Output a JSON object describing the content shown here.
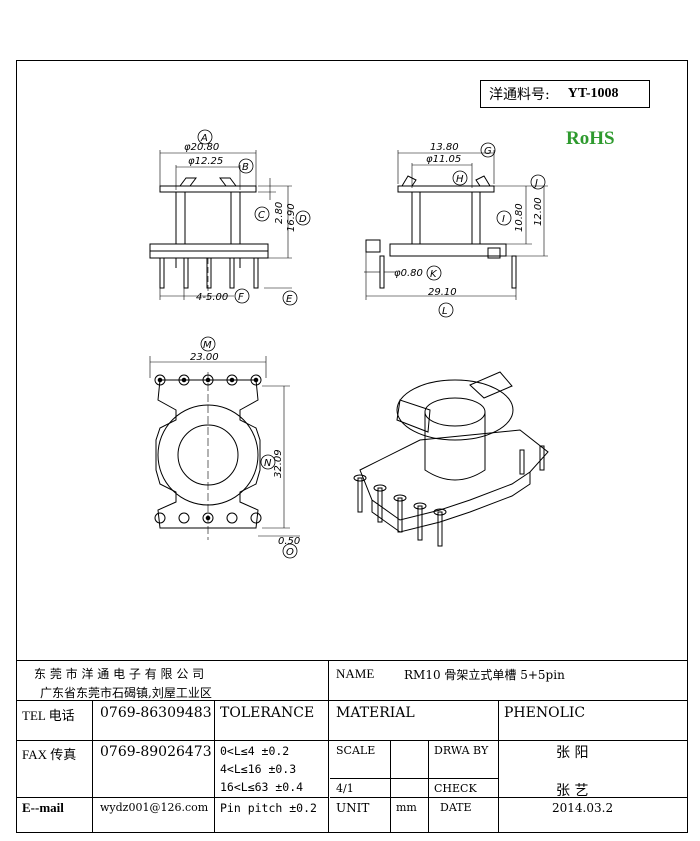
{
  "header": {
    "part_label": "洋通料号:",
    "part_number": "YT-1008",
    "rohs": "RoHS"
  },
  "dimensions": {
    "A": "A",
    "B": "B",
    "C": "C",
    "D": "D",
    "E": "E",
    "F": "F",
    "G": "G",
    "H": "H",
    "I": "I",
    "J": "J",
    "K": "K",
    "L": "L",
    "M": "M",
    "N": "N",
    "O": "O",
    "d_20_80": "φ20.80",
    "d_12_25": "φ12.25",
    "v_2_80": "2.80",
    "v_16_90": "16.90",
    "h_5_00": "4-5.00",
    "d_13_80": "13.80",
    "d_11_05": "φ11.05",
    "v_10_80": "10.80",
    "v_12_00": "12.00",
    "d_0_80": "φ0.80",
    "h_29_10": "29.10",
    "h_23_00": "23.00",
    "v_32_09": "32.09",
    "h_0_50": "0.50"
  },
  "title_block": {
    "company_name": "东 莞 市 洋 通 电 子 有 限 公 司",
    "company_address": "广东省东莞市石碣镇,刘屋工业区",
    "name_label": "NAME",
    "name_value": "RM10 骨架立式单槽 5+5pin",
    "tel_label": "TEL 电话",
    "tel_value": "0769-86309483",
    "tolerance_label": "TOLERANCE",
    "material_label": "MATERIAL",
    "material_value": "PHENOLIC",
    "fax_label": "FAX 传真",
    "fax_value": "0769-89026473",
    "tol_1": "0<L≤4  ±0.2",
    "tol_2": "4<L≤16 ±0.3",
    "tol_3": "16<L≤63 ±0.4",
    "tol_4": "Pin pitch ±0.2",
    "scale_label": "SCALE",
    "scale_value": "4/1",
    "drawby_label": "DRWA BY",
    "drawby_value": "张 阳",
    "check_label": "CHECK",
    "check_value": "张 艺",
    "email_label": "E--mail",
    "email_value": "wydz001@126.com",
    "unit_label": "UNIT",
    "unit_value": "mm",
    "date_label": "DATE",
    "date_value": "2014.03.2"
  }
}
